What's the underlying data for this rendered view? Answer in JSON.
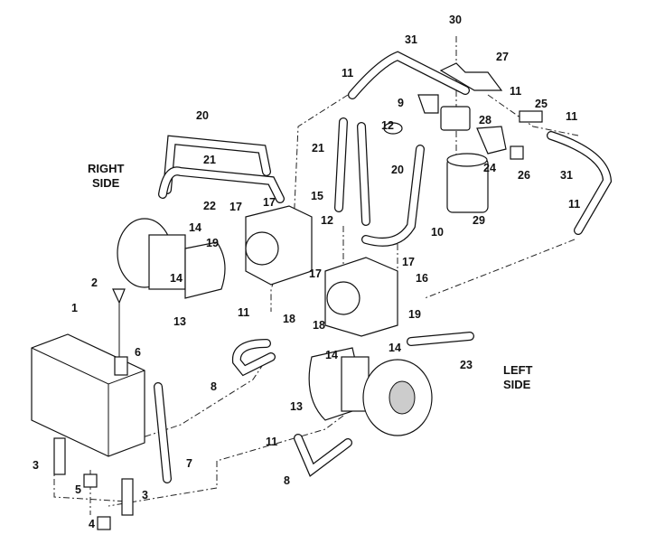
{
  "diagram": {
    "side_labels": {
      "right": [
        "RIGHT",
        "SIDE"
      ],
      "left": [
        "LEFT",
        "SIDE"
      ]
    },
    "callouts": [
      "30",
      "31",
      "27",
      "11",
      "11",
      "9",
      "25",
      "11",
      "20",
      "12",
      "28",
      "24",
      "26",
      "21",
      "20",
      "31",
      "21",
      "29",
      "22",
      "17",
      "17",
      "15",
      "11",
      "14",
      "12",
      "10",
      "19",
      "14",
      "17",
      "17",
      "16",
      "2",
      "13",
      "18",
      "1",
      "11",
      "19",
      "18",
      "6",
      "14",
      "14",
      "23",
      "8",
      "13",
      "11",
      "7",
      "3",
      "5",
      "3",
      "8",
      "4"
    ]
  }
}
